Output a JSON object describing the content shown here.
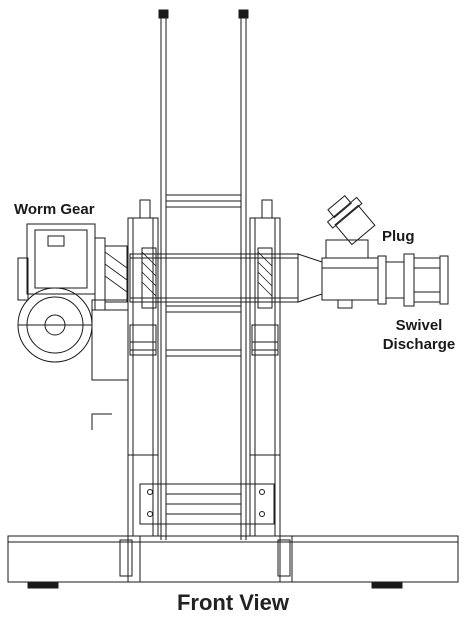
{
  "labels": {
    "worm_gear": "Worm Gear",
    "plug": "Plug",
    "swivel_line1": "Swivel",
    "swivel_line2": "Discharge"
  },
  "caption": "Front View",
  "colors": {
    "line": "#1a1a1a",
    "background": "#ffffff"
  }
}
